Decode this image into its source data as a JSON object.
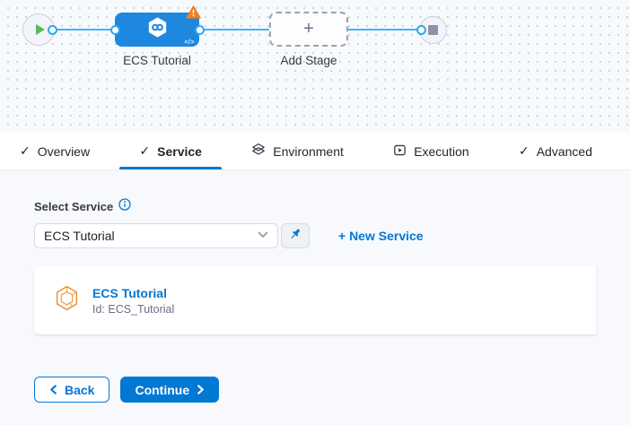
{
  "pipeline": {
    "stage_label": "ECS Tutorial",
    "add_stage_label": "Add Stage",
    "add_stage_plus": "+"
  },
  "tabs": [
    {
      "label": "Overview",
      "icon": "check",
      "active": false
    },
    {
      "label": "Service",
      "icon": "check",
      "active": true
    },
    {
      "label": "Environment",
      "icon": "environment-layers",
      "active": false
    },
    {
      "label": "Execution",
      "icon": "execution-play",
      "active": false
    },
    {
      "label": "Advanced",
      "icon": "check",
      "active": false
    }
  ],
  "service_form": {
    "label": "Select Service",
    "selected_value": "ECS Tutorial",
    "chevron": "⌄",
    "new_service_label": "+ New Service"
  },
  "service_card": {
    "title": "ECS Tutorial",
    "id": "Id: ECS_Tutorial"
  },
  "footer": {
    "back_label": "Back",
    "continue_label": "Continue"
  },
  "icons": {
    "checkmark": "✓"
  },
  "colors": {
    "primary_blue": "#0278d5",
    "stage_node_blue": "#1e88df",
    "connector_blue": "#42b4f4",
    "warning_orange": "#f07f26",
    "service_icon_orange": "#ee8625",
    "play_green": "#57bb5c",
    "stop_gray": "#8f90a6"
  }
}
